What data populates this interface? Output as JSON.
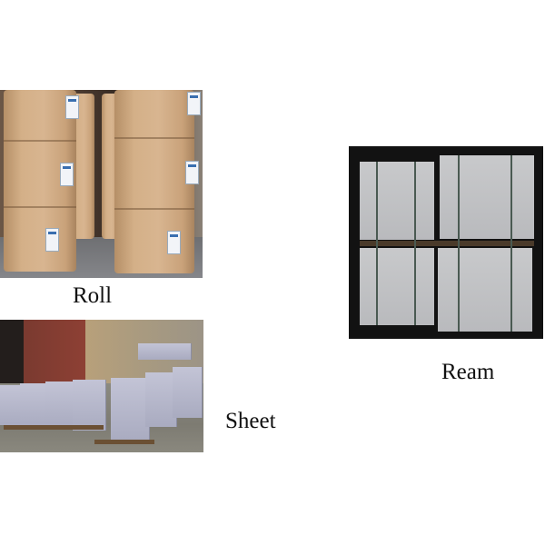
{
  "figure": {
    "panels": [
      {
        "id": "roll",
        "caption": "Roll",
        "image_description": "Large brown kraft paper rolls stacked upright with white labels"
      },
      {
        "id": "ream",
        "caption": "Ream",
        "image_description": "White paper reams stacked on pallets, strapped, in a dark warehouse"
      },
      {
        "id": "sheet",
        "caption": "Sheet",
        "image_description": "Rows of wrapped paper sheet bundles on wooden pallets outdoors"
      }
    ]
  }
}
